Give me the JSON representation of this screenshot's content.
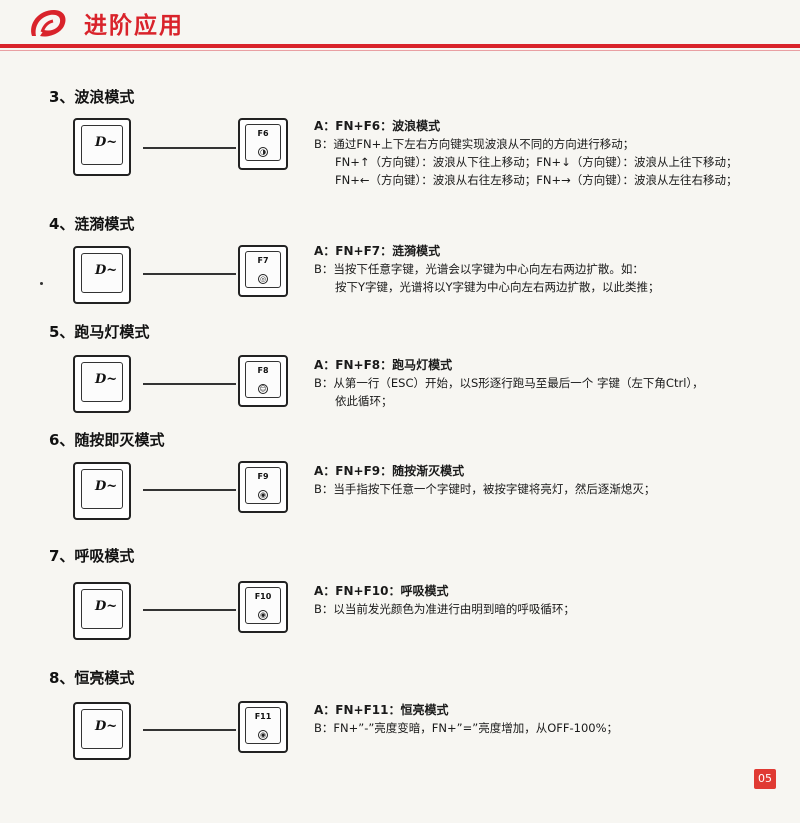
{
  "header": {
    "title": "进阶应用"
  },
  "sections": [
    {
      "title": "3、波浪模式",
      "key_label": "F6",
      "icon": "wave-icon",
      "mode_line_prefix": "A：FN+F6：",
      "mode_name": "波浪模式",
      "lines": [
        "B：通过FN+上下左右方向键实现波浪从不同的方向进行移动；",
        "FN+↑（方向键）：波浪从下往上移动；FN+↓（方向键）：波浪从上往下移动；",
        "FN+←（方向键）：波浪从右往左移动；FN+→（方向键）：波浪从左往右移动；"
      ]
    },
    {
      "title": "4、涟漪模式",
      "key_label": "F7",
      "icon": "ripple-icon",
      "mode_line_prefix": "A：FN+F7：",
      "mode_name": "涟漪模式",
      "lines": [
        "B：当按下任意字键，光谱会以字键为中心向左右两边扩散。如：",
        "按下Y字键，光谱将以Y字键为中心向左右两边扩散，以此类推；"
      ]
    },
    {
      "title": "5、跑马灯模式",
      "key_label": "F8",
      "icon": "marquee-icon",
      "mode_line_prefix": "A：FN+F8：",
      "mode_name": "跑马灯模式",
      "lines": [
        "B：从第一行（ESC）开始，以S形逐行跑马至最后一个 字键（左下角Ctrl），",
        "依此循环；"
      ]
    },
    {
      "title": "6、随按即灭模式",
      "key_label": "F9",
      "icon": "reactive-icon",
      "mode_line_prefix": "A：FN+F9：",
      "mode_name": "随按渐灭模式",
      "lines": [
        "B：当手指按下任意一个字键时，被按字键将亮灯，然后逐渐熄灭；"
      ]
    },
    {
      "title": "7、呼吸模式",
      "key_label": "F10",
      "icon": "breathing-icon",
      "mode_line_prefix": "A：FN+F10：",
      "mode_name": "呼吸模式",
      "lines": [
        "B：以当前发光颜色为准进行由明到暗的呼吸循环；"
      ]
    },
    {
      "title": "8、恒亮模式",
      "key_label": "F11",
      "icon": "static-light-icon",
      "mode_line_prefix": "A：FN+F11：",
      "mode_name": "恒亮模式",
      "lines": [
        "B：FN+”-”亮度变暗，FN+”=”亮度增加，从OFF-100%；"
      ]
    }
  ],
  "page_number": "05",
  "colors": {
    "accent": "#d9232b",
    "page_badge": "#e03a33"
  }
}
